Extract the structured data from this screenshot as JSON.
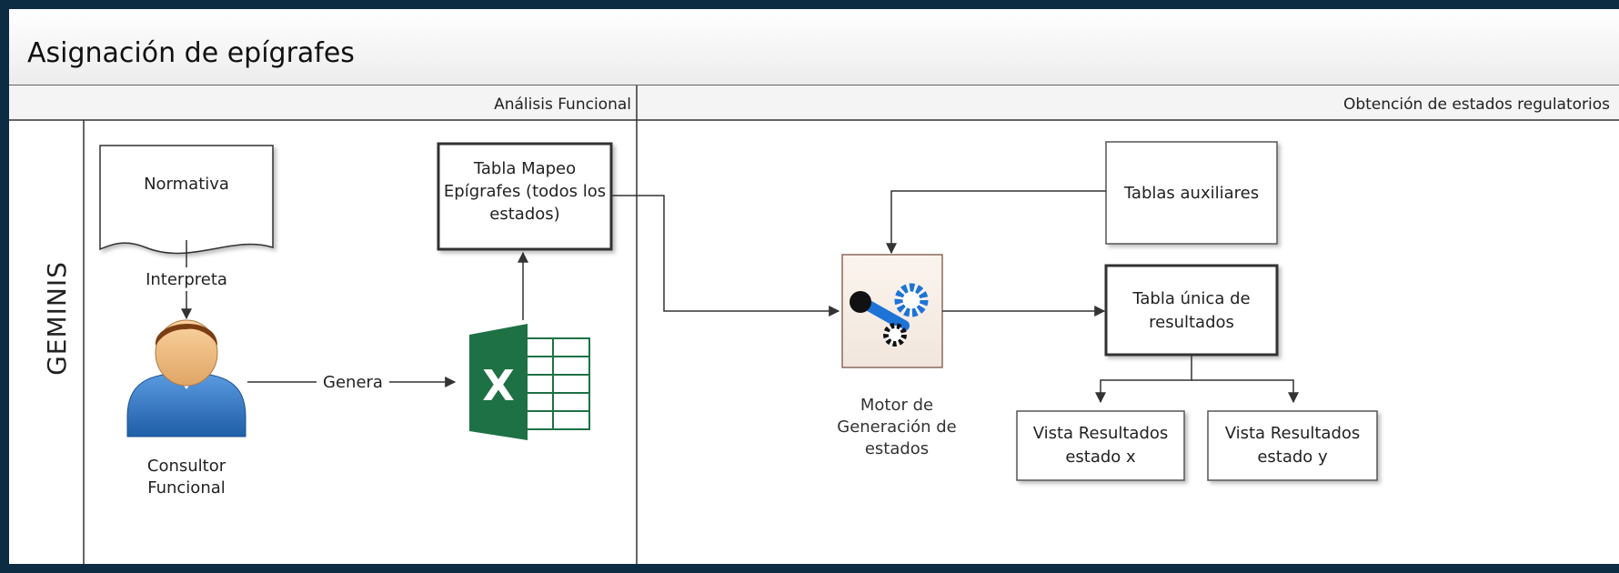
{
  "diagram": {
    "title": "Asignación de epígrafes",
    "lanes": {
      "left_header": "Análisis Funcional",
      "right_header": "Obtención de estados regulatorios",
      "side_label": "GEMINIS"
    },
    "nodes": {
      "normativa": "Normativa",
      "tabla_mapeo": [
        "Tabla Mapeo",
        "Epígrafes (todos los",
        "estados)"
      ],
      "consultor": [
        "Consultor",
        "Funcional"
      ],
      "tablas_auxiliares": "Tablas auxiliares",
      "motor": [
        "Motor de",
        "Generación de",
        "estados"
      ],
      "tabla_unica": [
        "Tabla única de",
        "resultados"
      ],
      "vista_x": [
        "Vista Resultados",
        "estado x"
      ],
      "vista_y": [
        "Vista Resultados",
        "estado y"
      ]
    },
    "connectors": {
      "interpreta": "Interpreta",
      "genera": "Genera"
    },
    "icons": {
      "person": "person-icon",
      "excel": "excel-icon",
      "engine": "engine-gear-icon"
    },
    "colors": {
      "frame": "#0c2c44",
      "excel_green": "#1e7145",
      "gear_blue": "#1e73d6"
    }
  }
}
